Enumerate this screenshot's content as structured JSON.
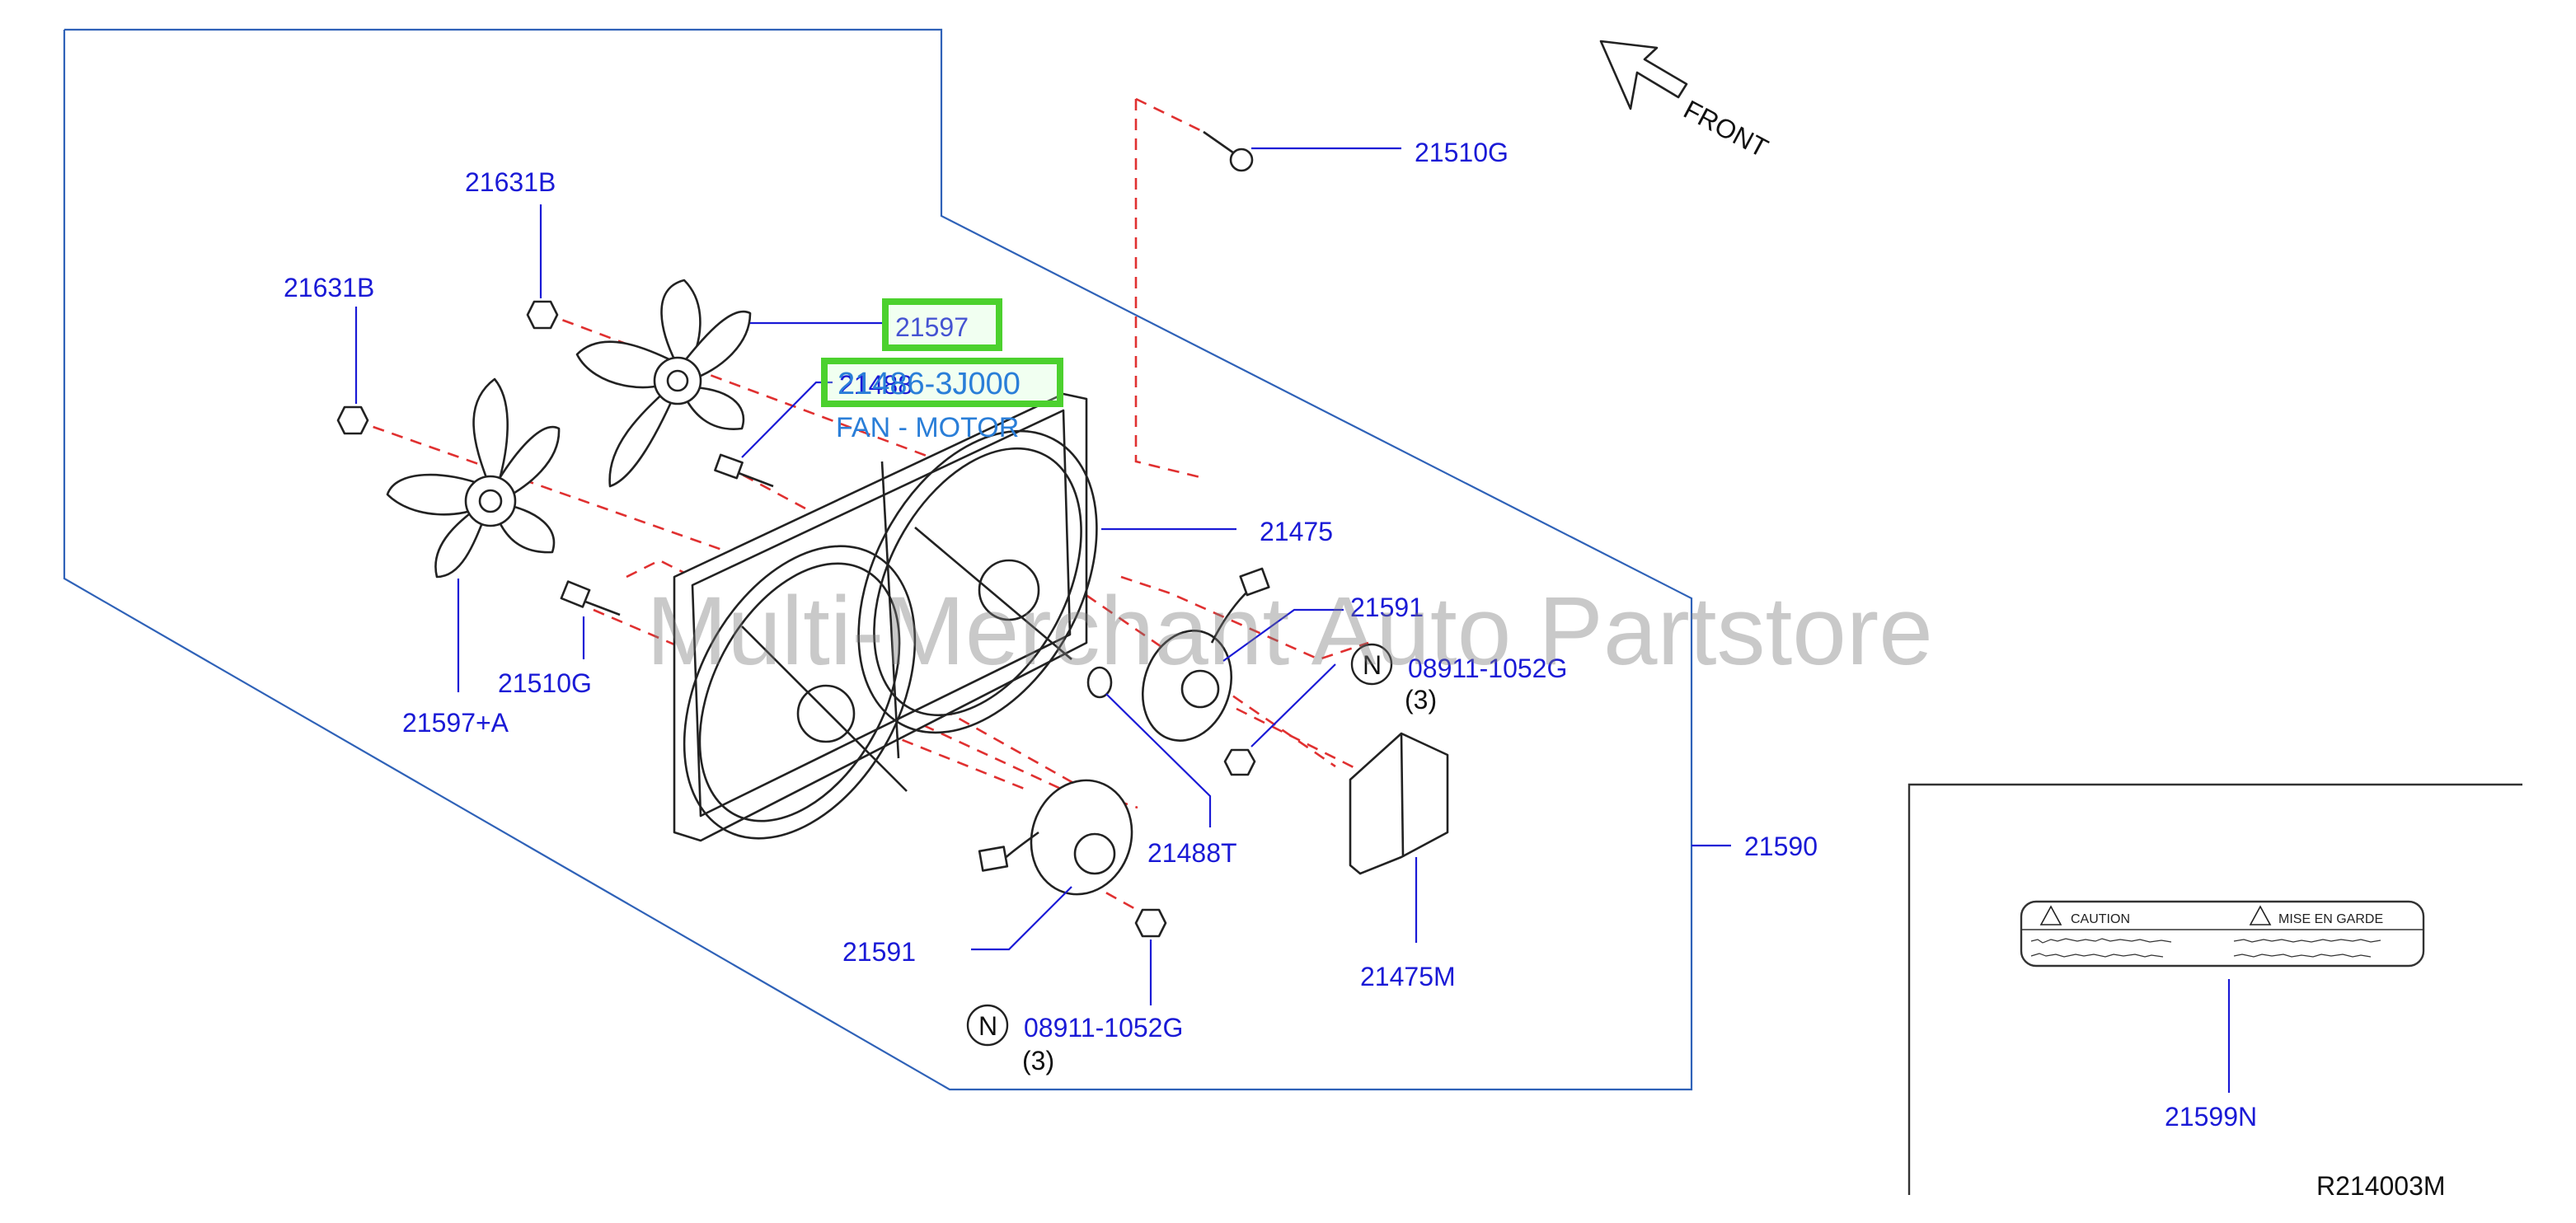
{
  "diagram": {
    "front_label": "FRONT",
    "part_labels": {
      "p21510G_top": "21510G",
      "p21631B_upper": "21631B",
      "p21631B_lower": "21631B",
      "p21597": "21597",
      "p21488": "21488",
      "p21475": "21475",
      "p21510G_left": "21510G",
      "p21597A": "21597+A",
      "p21591_upper": "21591",
      "p08911_upper": "08911-1052G",
      "p08911_upper_qty": "(3)",
      "p21488T": "21488T",
      "p21590": "21590",
      "p21475M": "21475M",
      "p21591_lower": "21591",
      "p08911_lower": "08911-1052G",
      "p08911_lower_qty": "(3)",
      "p21599N": "21599N"
    },
    "n_marker": "N",
    "highlight_part_number": "21486-3J000",
    "highlight_part_name": "FAN - MOTOR",
    "watermark": "Multi-Merchant Auto Partstore",
    "caution_label": {
      "left_title": "CAUTION",
      "right_title": "MISE   EN   GARDE"
    },
    "diagram_code": "R214003M",
    "colors": {
      "label_blue": "#1a1ad6",
      "leader_blue": "#2f62b8",
      "dashed_red": "#e03030",
      "highlight_green": "#4cd12e",
      "highlight_text": "#2a7ed8"
    }
  }
}
